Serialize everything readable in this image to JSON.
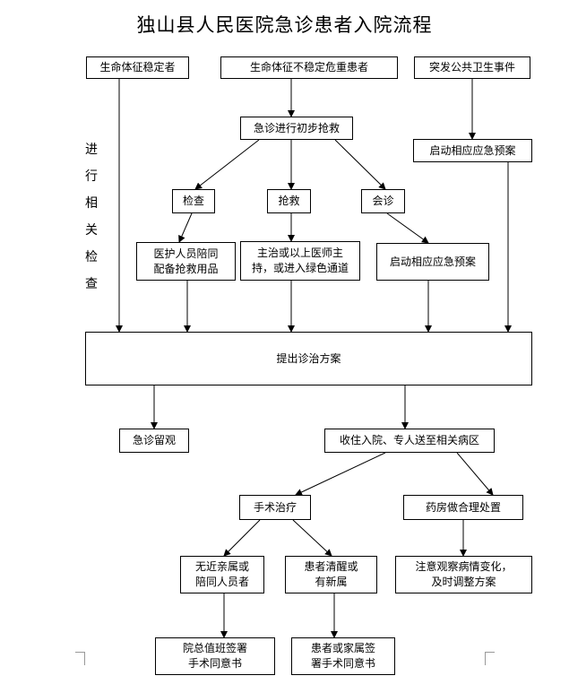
{
  "title": "独山县人民医院急诊患者入院流程",
  "side_label": [
    "进",
    "行",
    "相",
    "关",
    "检",
    "查"
  ],
  "nodes": {
    "stable": "生命体征稳定者",
    "unstable": "生命体征不稳定危重患者",
    "public_event": "突发公共卫生事件",
    "initial_rescue": "急诊进行初步抢救",
    "emergency_plan_right": "启动相应应急预案",
    "check": "检查",
    "rescue": "抢救",
    "consult": "会诊",
    "escort_line1": "医护人员陪同",
    "escort_line2": "配备抢救用品",
    "physician_line1": "主治或以上医师主",
    "physician_line2": "持，或进入绿色通道",
    "emergency_plan_mid": "启动相应应急预案",
    "treatment_plan": "提出诊治方案",
    "observation": "急诊留观",
    "admission": "收住入院、专人送至相关病区",
    "surgery": "手术治疗",
    "pharmacy": "药房做合理处置",
    "no_relatives_line1": "无近亲属或",
    "no_relatives_line2": "陪同人员者",
    "conscious_line1": "患者清醒或",
    "conscious_line2": "有新属",
    "observe_line1": "注意观察病情变化，",
    "observe_line2": "及时调整方案",
    "duty_sign_line1": "院总值班签署",
    "duty_sign_line2": "手术同意书",
    "family_sign_line1": "患者或家属签",
    "family_sign_line2": "署手术同意书"
  }
}
